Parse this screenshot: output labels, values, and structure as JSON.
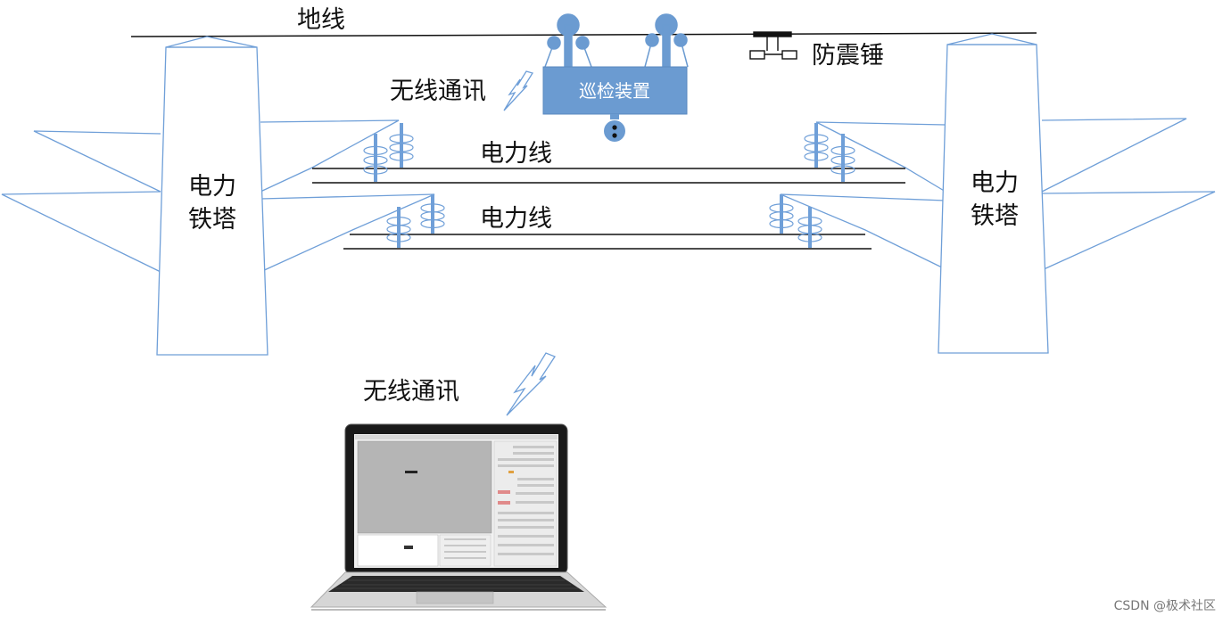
{
  "labels": {
    "ground_wire": "地线",
    "damper": "防震锤",
    "wireless_top": "无线通讯",
    "device": "巡检装置",
    "power_line_1": "电力线",
    "power_line_2": "电力线",
    "tower_left_1": "电力",
    "tower_left_2": "铁塔",
    "tower_right_1": "电力",
    "tower_right_2": "铁塔",
    "wireless_bottom": "无线通讯"
  },
  "watermark": "CSDN @极术社区",
  "colors": {
    "outline": "#6f9fd8",
    "device_fill": "#6b9bd1",
    "line": "#111111",
    "insulator": "#6f9fd8"
  }
}
